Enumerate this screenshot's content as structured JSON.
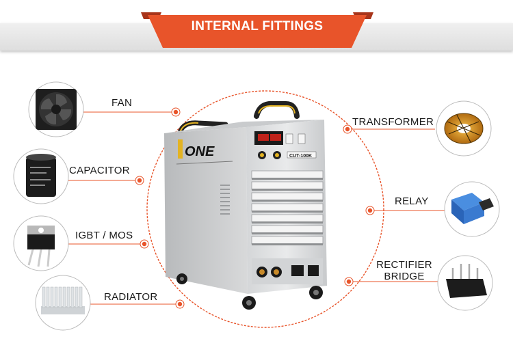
{
  "banner": {
    "title": "INTERNAL FITTINGS",
    "color": "#e8542a"
  },
  "accent": "#e8542a",
  "machine": {
    "brand": "ONE",
    "model": "CUT-100K"
  },
  "components": {
    "fan": "FAN",
    "capacitor": "CAPACITOR",
    "igbt": "IGBT / MOS",
    "radiator": "RADIATOR",
    "transformer": "TRANSFORMER",
    "relay": "RELAY",
    "rectifier_line1": "RECTIFIER",
    "rectifier_line2": "BRIDGE"
  }
}
